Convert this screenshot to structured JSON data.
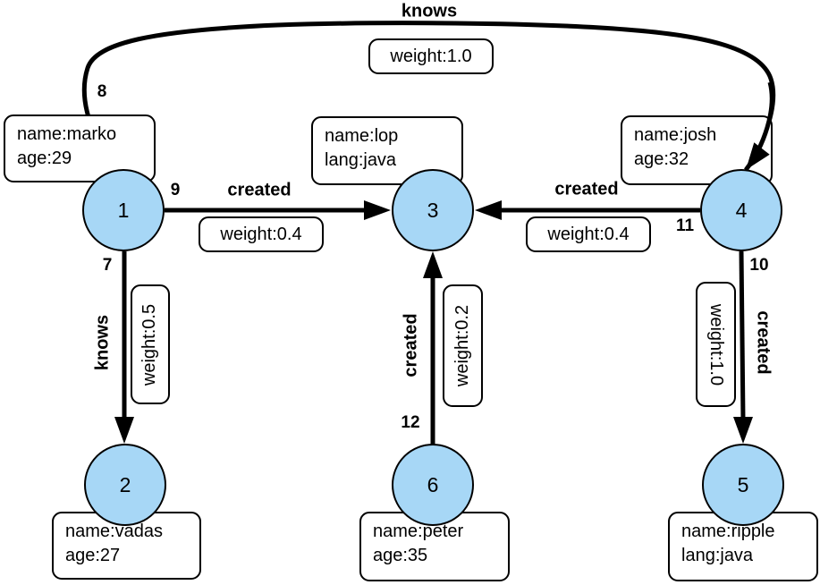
{
  "graph": {
    "vertices": [
      {
        "id": "1",
        "props": [
          "name:marko",
          "age:29"
        ]
      },
      {
        "id": "2",
        "props": [
          "name:vadas",
          "age:27"
        ]
      },
      {
        "id": "3",
        "props": [
          "name:lop",
          "lang:java"
        ]
      },
      {
        "id": "4",
        "props": [
          "name:josh",
          "age:32"
        ]
      },
      {
        "id": "5",
        "props": [
          "name:ripple",
          "lang:java"
        ]
      },
      {
        "id": "6",
        "props": [
          "name:peter",
          "age:35"
        ]
      }
    ],
    "edges": [
      {
        "id": "8",
        "label": "knows",
        "weight_label": "weight:1.0",
        "from": "1",
        "to": "4"
      },
      {
        "id": "9",
        "label": "created",
        "weight_label": "weight:0.4",
        "from": "1",
        "to": "3"
      },
      {
        "id": "7",
        "label": "knows",
        "weight_label": "weight:0.5",
        "from": "1",
        "to": "2"
      },
      {
        "id": "11",
        "label": "created",
        "weight_label": "weight:0.4",
        "from": "4",
        "to": "3"
      },
      {
        "id": "10",
        "label": "created",
        "weight_label": "weight:1.0",
        "from": "4",
        "to": "5"
      },
      {
        "id": "12",
        "label": "created",
        "weight_label": "weight:0.2",
        "from": "6",
        "to": "3"
      }
    ],
    "colors": {
      "vertex_fill": "#a7d7f6",
      "stroke": "#000000",
      "background": "#ffffff"
    }
  }
}
